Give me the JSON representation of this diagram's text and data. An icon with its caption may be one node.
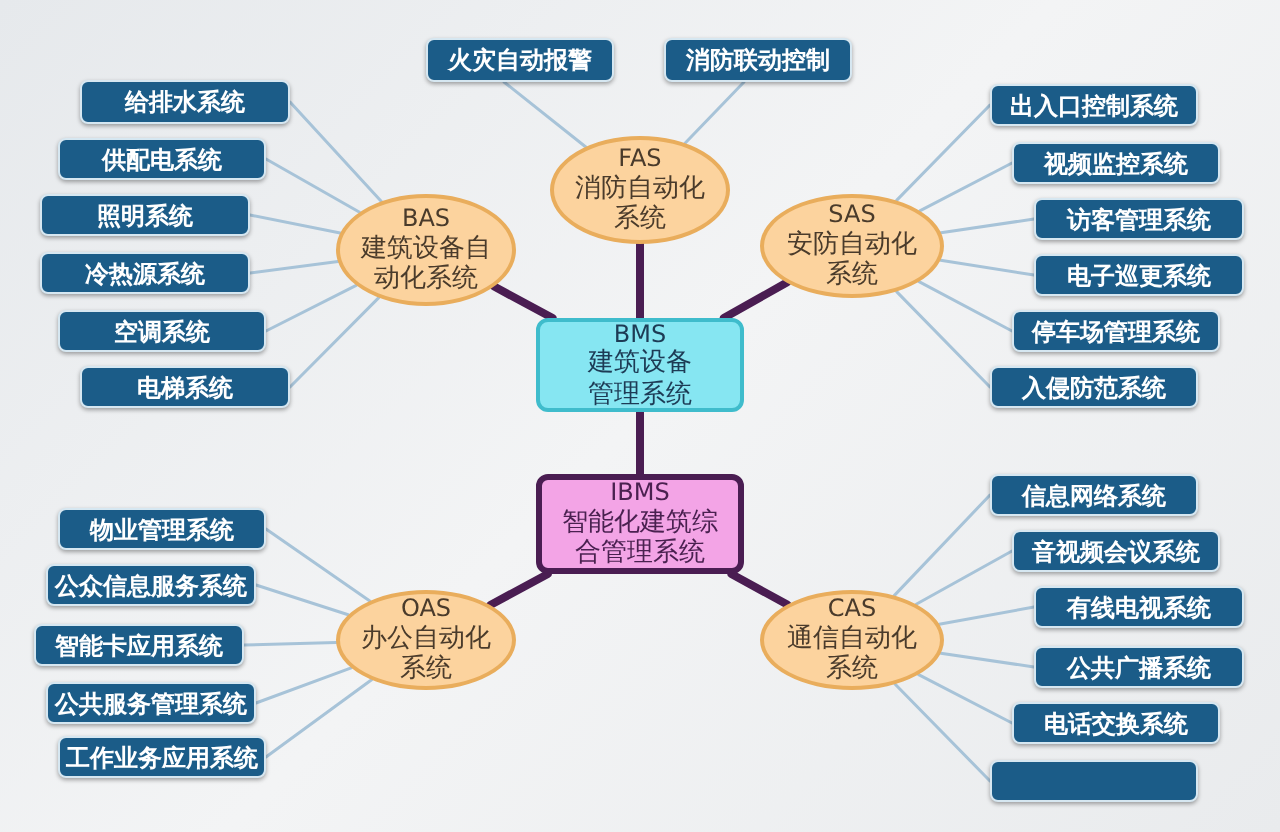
{
  "diagram": {
    "nodes": [
      {
        "text": [
          "火灾自动报警"
        ]
      },
      {
        "text": [
          "消防联动控制"
        ]
      },
      {
        "text": [
          "FAS",
          "消防自动化系统"
        ]
      },
      {
        "text": [
          "BAS",
          "建筑设备自动化系统"
        ]
      },
      {
        "text": [
          "给排水系统"
        ]
      },
      {
        "text": [
          "供配电系统"
        ]
      },
      {
        "text": [
          "照明系统"
        ]
      },
      {
        "text": [
          "冷热源系统"
        ]
      },
      {
        "text": [
          "空调系统"
        ]
      },
      {
        "text": [
          "电梯系统"
        ]
      },
      {
        "text": [
          "SAS",
          "安防自动化系统"
        ]
      },
      {
        "text": [
          "出入口控制系统"
        ]
      },
      {
        "text": [
          "视频监控系统"
        ]
      },
      {
        "text": [
          "访客管理系统"
        ]
      },
      {
        "text": [
          "电子巡更系统"
        ]
      },
      {
        "text": [
          "停车场管理系统"
        ]
      },
      {
        "text": [
          "入侵防范系统"
        ]
      },
      {
        "text": [
          "BMS",
          "建筑设备管理系统"
        ]
      },
      {
        "text": [
          "IBMS",
          "智能化建筑综合管理系统"
        ]
      },
      {
        "text": [
          "OAS",
          "办公自动化系统"
        ]
      },
      {
        "text": [
          "物业管理系统"
        ]
      },
      {
        "text": [
          "公众信息服务系统"
        ]
      },
      {
        "text": [
          "智能卡应用系统"
        ]
      },
      {
        "text": [
          "公共服务管理系统"
        ]
      },
      {
        "text": [
          "工作业务应用系统"
        ]
      },
      {
        "text": [
          "CAS",
          "通信自动化系统"
        ]
      },
      {
        "text": [
          "信息网络系统"
        ]
      },
      {
        "text": [
          "音视频会议系统"
        ]
      },
      {
        "text": [
          "有线电视系统"
        ]
      },
      {
        "text": [
          "公共广播系统"
        ]
      },
      {
        "text": [
          "电话交换系统"
        ]
      },
      {
        "text": [],
        "shape": "box"
      }
    ],
    "edges": [
      {
        "from": 3,
        "to": 17,
        "arrow": "none",
        "style": "thick",
        "color": "#4a1d52"
      },
      {
        "from": 2,
        "to": 17,
        "arrow": "none",
        "style": "thick",
        "color": "#4a1d52"
      },
      {
        "from": 10,
        "to": 17,
        "arrow": "none",
        "style": "thick",
        "color": "#4a1d52"
      },
      {
        "from": 17,
        "to": 18,
        "arrow": "none",
        "style": "thick",
        "color": "#4a1d52"
      },
      {
        "from": 18,
        "to": 19,
        "arrow": "none",
        "style": "thick",
        "color": "#4a1d52"
      },
      {
        "from": 18,
        "to": 25,
        "arrow": "none",
        "style": "thick",
        "color": "#4a1d52"
      },
      {
        "from": 2,
        "to": 0,
        "arrow": "none"
      },
      {
        "from": 2,
        "to": 1,
        "arrow": "none"
      },
      {
        "from": 3,
        "to": 4,
        "arrow": "none"
      },
      {
        "from": 3,
        "to": 5,
        "arrow": "none"
      },
      {
        "from": 3,
        "to": 6,
        "arrow": "none"
      },
      {
        "from": 3,
        "to": 7,
        "arrow": "none"
      },
      {
        "from": 3,
        "to": 8,
        "arrow": "none"
      },
      {
        "from": 3,
        "to": 9,
        "arrow": "none"
      },
      {
        "from": 10,
        "to": 11,
        "arrow": "none"
      },
      {
        "from": 10,
        "to": 12,
        "arrow": "none"
      },
      {
        "from": 10,
        "to": 13,
        "arrow": "none"
      },
      {
        "from": 10,
        "to": 14,
        "arrow": "none"
      },
      {
        "from": 10,
        "to": 15,
        "arrow": "none"
      },
      {
        "from": 10,
        "to": 16,
        "arrow": "none"
      },
      {
        "from": 19,
        "to": 20,
        "arrow": "none"
      },
      {
        "from": 19,
        "to": 21,
        "arrow": "none"
      },
      {
        "from": 19,
        "to": 22,
        "arrow": "none"
      },
      {
        "from": 19,
        "to": 23,
        "arrow": "none"
      },
      {
        "from": 19,
        "to": 24,
        "arrow": "none"
      },
      {
        "from": 25,
        "to": 26,
        "arrow": "none"
      },
      {
        "from": 25,
        "to": 27,
        "arrow": "none"
      },
      {
        "from": 25,
        "to": 28,
        "arrow": "none"
      },
      {
        "from": 25,
        "to": 29,
        "arrow": "none"
      },
      {
        "from": 25,
        "to": 30,
        "arrow": "none"
      },
      {
        "from": 25,
        "to": 31,
        "arrow": "none"
      }
    ]
  }
}
